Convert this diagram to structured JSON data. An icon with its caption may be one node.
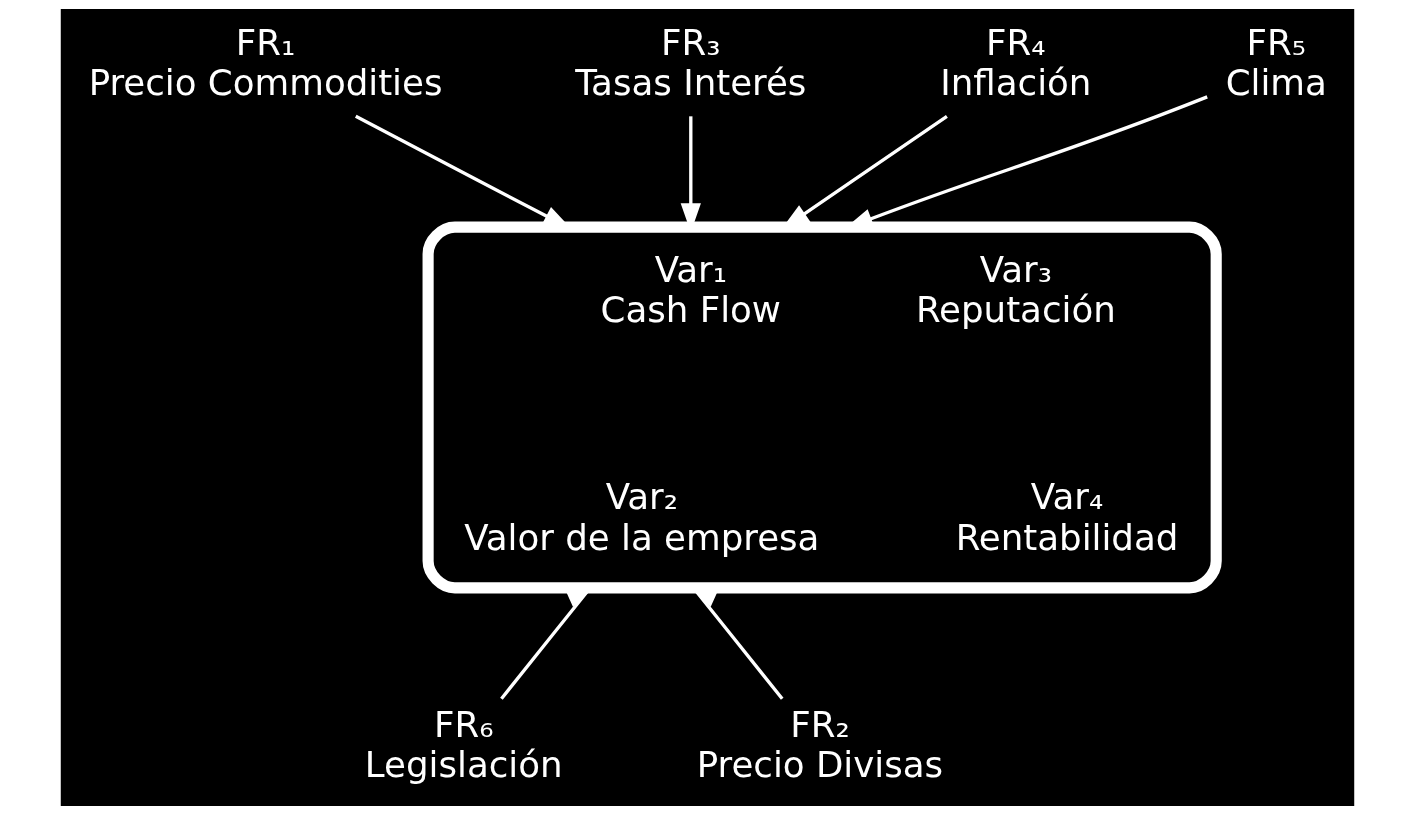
{
  "diagram": {
    "nodes": [
      {
        "text": [
          "FR₁",
          "Precio Commodities"
        ]
      },
      {
        "text": [
          "FR₃",
          "Tasas Interés"
        ]
      },
      {
        "text": [
          "FR₄",
          "Inflación"
        ]
      },
      {
        "text": [],
        "shape": "ellipse"
      },
      {
        "text": [
          "Var₁",
          "Cash Flow"
        ],
        "in": 3
      },
      {
        "text": [
          "Var₃",
          "Reputación"
        ],
        "in": 3
      },
      {
        "text": [
          "Var₂",
          "Valor de la empresa"
        ],
        "in": 3
      },
      {
        "text": [
          "Var₄",
          "Rentabilidad"
        ],
        "in": 3
      },
      {
        "text": [
          "FR₅",
          "Clima"
        ]
      },
      {
        "text": [
          "FR₆",
          "Legislación"
        ]
      },
      {
        "text": [
          "FR₂",
          "Precio Divisas"
        ]
      }
    ],
    "edges": [
      {
        "from": 0,
        "to": 3,
        "arrow": "to"
      },
      {
        "from": 1,
        "to": 3,
        "arrow": "to"
      },
      {
        "from": 2,
        "to": 3,
        "arrow": "to"
      },
      {
        "from": 8,
        "to": 3,
        "arrow": "to"
      },
      {
        "from": 9,
        "to": 3,
        "arrow": "to"
      },
      {
        "from": 10,
        "to": 3,
        "arrow": "to"
      }
    ]
  }
}
